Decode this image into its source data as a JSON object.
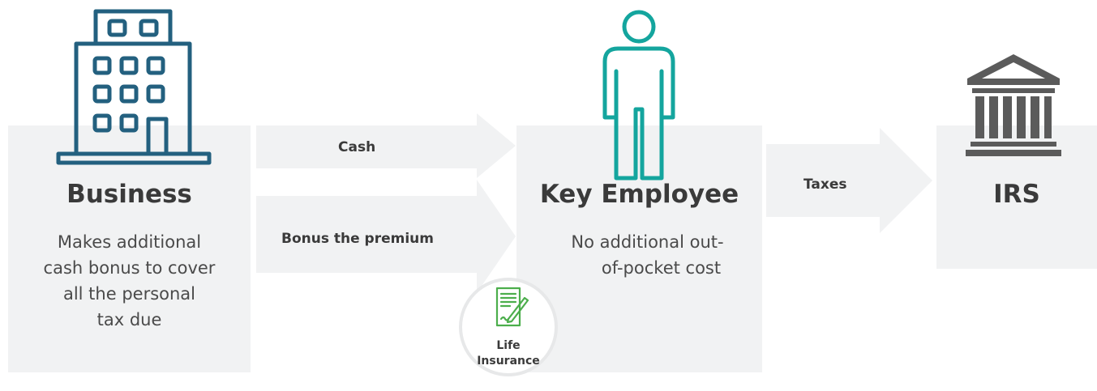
{
  "nodes": {
    "business": {
      "title": "Business",
      "description": [
        "Makes additional",
        "cash bonus to cover",
        "all the personal",
        "tax due"
      ]
    },
    "employee": {
      "title": "Key Employee",
      "description": [
        "No additional out-",
        "of-pocket cost"
      ]
    },
    "irs": {
      "title": "IRS"
    }
  },
  "flows": {
    "cash": "Cash",
    "bonus": "Bonus the premium",
    "taxes": "Taxes"
  },
  "life_insurance": {
    "line1": "Life",
    "line2": "Insurance"
  },
  "colors": {
    "building": "#23607f",
    "person": "#14a59e",
    "bank": "#5b5b5b",
    "document": "#4cae4c",
    "panel": "#f1f2f3"
  },
  "icons": [
    "building-icon",
    "person-icon",
    "bank-icon",
    "document-pen-icon"
  ]
}
